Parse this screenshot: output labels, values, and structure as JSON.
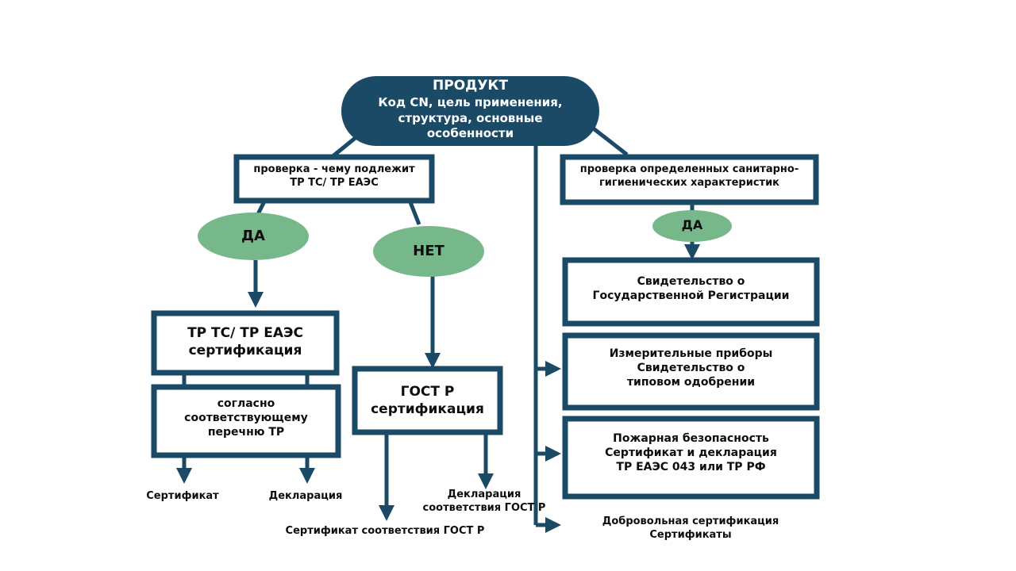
{
  "root": {
    "title": "ПРОДУКТ",
    "subtitle": "Код CN, цель применения,\nструктура, основные\nособенности"
  },
  "check_tr": "проверка  - чему подлежит\nТР ТС/ ТР ЕАЭС",
  "check_sanitary": "проверка определенных санитарно-\nгигиенических  характеристик",
  "yes_left": "ДА",
  "no_mid": "НЕТ",
  "yes_right": "ДА",
  "tr_cert": "ТР ТС/ ТР ЕАЭС\nсертификация",
  "tr_list": "согласно\nсоответствующему\nперечню ТР",
  "gost_cert": "ГОСТ Р\nсертификация",
  "state_reg": "Свидетельство о\nГосударственной Регистрации",
  "measuring": "Измерительные приборы\nСвидетельство о\nтиповом одобрении",
  "fire": "Пожарная безопасность\nСертификат и декларация\nТР ЕАЭС 043 или ТР РФ",
  "outputs": {
    "certificate": "Сертификат",
    "declaration": "Декларация",
    "gost_declaration": "Декларация\nсоответствия ГОСТ Р",
    "gost_certificate": "Сертификат соответствия ГОСТ Р",
    "voluntary": "Добровольная сертификация\nСертификаты"
  },
  "colors": {
    "navy": "#1a4a66",
    "green": "#77b88a",
    "white": "#ffffff"
  }
}
